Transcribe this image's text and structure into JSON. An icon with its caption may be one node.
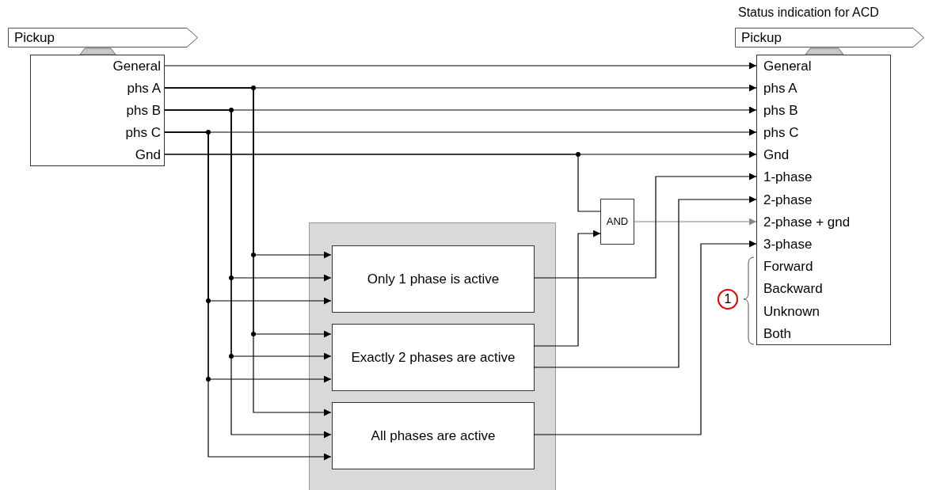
{
  "diagram": {
    "nodes": [
      {
        "text": [
          "Pickup"
        ]
      },
      {
        "text": [],
        "shape": "box"
      },
      {
        "text": [
          "General"
        ],
        "in": 1
      },
      {
        "text": [
          "phs A"
        ],
        "in": 1
      },
      {
        "text": [
          "phs B"
        ],
        "in": 1
      },
      {
        "text": [
          "phs C"
        ],
        "in": 1
      },
      {
        "text": [
          "Gnd"
        ],
        "in": 1
      },
      {
        "text": [
          "Pickup"
        ],
        "beside": [
          "Status indication for ACD"
        ]
      },
      {
        "text": [],
        "shape": "box"
      },
      {
        "text": [
          "General"
        ],
        "in": 8
      },
      {
        "text": [
          "phs A"
        ],
        "in": 8
      },
      {
        "text": [
          "phs B"
        ],
        "in": 8
      },
      {
        "text": [
          "phs C"
        ],
        "in": 8
      },
      {
        "text": [
          "Gnd"
        ],
        "in": 8
      },
      {
        "text": [
          "1-phase"
        ],
        "in": 8
      },
      {
        "text": [
          "2-phase"
        ],
        "in": 8
      },
      {
        "text": [
          "2-phase + gnd"
        ],
        "in": 8
      },
      {
        "text": [
          "3-phase"
        ],
        "in": 8
      },
      {
        "text": [
          "Forward"
        ],
        "in": 8
      },
      {
        "text": [
          "Backward"
        ],
        "in": 8
      },
      {
        "text": [
          "Unknown"
        ],
        "in": 8
      },
      {
        "text": [
          "Both"
        ],
        "in": 8
      },
      {
        "text": [],
        "shape": "box"
      },
      {
        "text": [
          "Only 1 phase is active"
        ],
        "in": 22
      },
      {
        "text": [
          "Exactly 2 phases are active"
        ],
        "in": 22
      },
      {
        "text": [
          "All phases are active"
        ],
        "in": 22
      },
      {
        "text": [
          "AND"
        ]
      },
      {
        "text": [
          "1"
        ]
      }
    ],
    "edges": [
      {
        "from": 2,
        "to": 9,
        "arrow": "to"
      },
      {
        "from": 3,
        "to": 10,
        "arrow": "to"
      },
      {
        "from": 4,
        "to": 11,
        "arrow": "to"
      },
      {
        "from": 5,
        "to": 12,
        "arrow": "to"
      },
      {
        "from": 6,
        "to": 13,
        "arrow": "to"
      },
      {
        "from": 3,
        "to": 23,
        "arrow": "to"
      },
      {
        "from": 3,
        "to": 24,
        "arrow": "to"
      },
      {
        "from": 3,
        "to": 25,
        "arrow": "to"
      },
      {
        "from": 4,
        "to": 23,
        "arrow": "to"
      },
      {
        "from": 4,
        "to": 24,
        "arrow": "to"
      },
      {
        "from": 4,
        "to": 25,
        "arrow": "to"
      },
      {
        "from": 5,
        "to": 23,
        "arrow": "to"
      },
      {
        "from": 5,
        "to": 24,
        "arrow": "to"
      },
      {
        "from": 5,
        "to": 25,
        "arrow": "to"
      },
      {
        "from": 6,
        "to": 26,
        "arrow": "none"
      },
      {
        "from": 24,
        "to": 26,
        "arrow": "to"
      },
      {
        "from": 26,
        "to": 16,
        "arrow": "to",
        "color": "#7f8793"
      },
      {
        "from": 23,
        "to": 14,
        "arrow": "to"
      },
      {
        "from": 24,
        "to": 15,
        "arrow": "to"
      },
      {
        "from": 25,
        "to": 17,
        "arrow": "to"
      }
    ]
  }
}
